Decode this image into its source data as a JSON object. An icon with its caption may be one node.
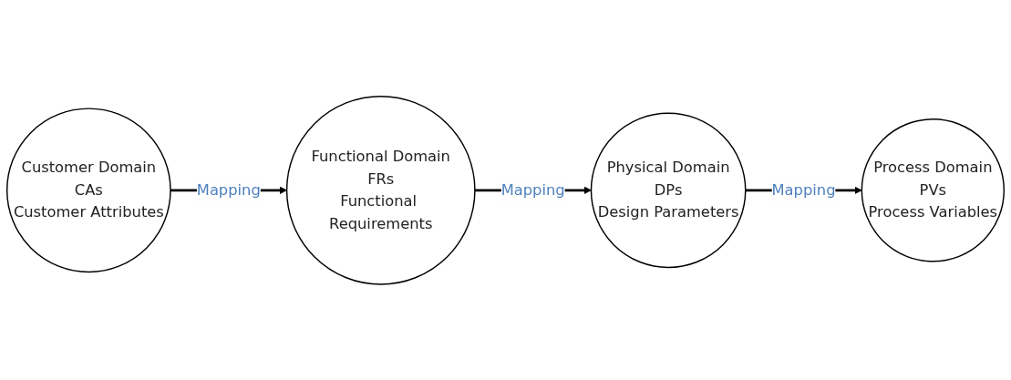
{
  "diagram": {
    "nodes": [
      {
        "text": [
          "Customer Domain",
          "CAs",
          "Customer Attributes"
        ]
      },
      {
        "text": [
          "Functional Domain",
          "FRs",
          "Functional Requirements"
        ]
      },
      {
        "text": [
          "Physical Domain",
          "DPs",
          "Design Parameters"
        ]
      },
      {
        "text": [
          "Process Domain",
          "PVs",
          "Process Variables"
        ]
      }
    ],
    "edges": [
      {
        "from": 0,
        "to": 1,
        "arrow": "to",
        "label": "Mapping"
      },
      {
        "from": 1,
        "to": 2,
        "arrow": "to",
        "label": "Mapping"
      },
      {
        "from": 2,
        "to": 3,
        "arrow": "to",
        "label": "Mapping"
      }
    ]
  }
}
